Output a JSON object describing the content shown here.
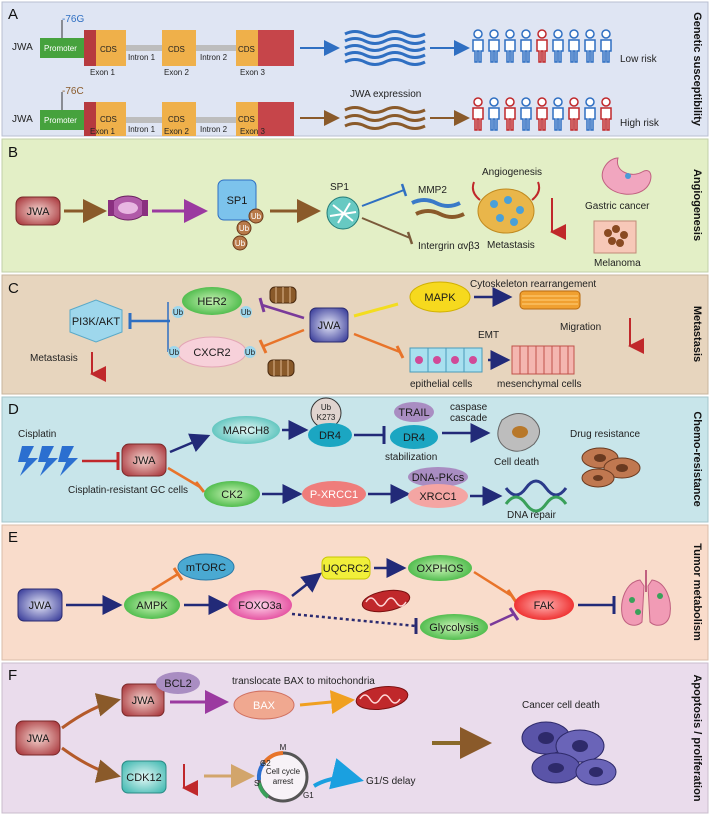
{
  "panels": [
    {
      "letter": "A",
      "side": "Genetic susceptibility",
      "bg": "#dfe5f3"
    },
    {
      "letter": "B",
      "side": "Angiogenesis",
      "bg": "#e3efc6"
    },
    {
      "letter": "C",
      "side": "Metastasis",
      "bg": "#e7d5be"
    },
    {
      "letter": "D",
      "side": "Chemo-resistance",
      "bg": "#c8e5ea"
    },
    {
      "letter": "E",
      "side": "Tumor metabolism",
      "bg": "#f9dccb"
    },
    {
      "letter": "F",
      "side": "Apoptosis / proliferation",
      "bg": "#eadcec"
    }
  ],
  "panelA": {
    "gene": "JWA",
    "snp_top": "-76G",
    "snp_bottom": "-76C",
    "promoter": "Promoter",
    "cds": "CDS",
    "exon1": "Exon 1",
    "exon2": "Exon 2",
    "exon3": "Exon 3",
    "intron1": "Intron 1",
    "intron2": "Intron 2",
    "expression": "JWA expression",
    "low_risk": "Low risk",
    "high_risk": "High risk"
  },
  "panelB": {
    "jwa": "JWA",
    "sp1": "SP1",
    "ub": "Ub",
    "sp1_degraded": "SP1",
    "mmp2": "MMP2",
    "integrin": "Intergrin αvβ3",
    "angiogenesis": "Angiogenesis",
    "metastasis": "Metastasis",
    "gastric": "Gastric cancer",
    "melanoma": "Melanoma"
  },
  "panelC": {
    "pi3k": "PI3K/AKT",
    "her2": "HER2",
    "cxcr2": "CXCR2",
    "ub": "Ub",
    "jwa": "JWA",
    "mapk": "MAPK",
    "metastasis": "Metastasis",
    "cytoskeleton": "Cytoskeleton rearrangement",
    "emt": "EMT",
    "migration": "Migration",
    "epithelial": "epithelial cells",
    "mesenchymal": "mesenchymal cells"
  },
  "panelD": {
    "cisplatin": "Cisplatin",
    "jwa": "JWA",
    "march8": "MARCH8",
    "ub": "Ub",
    "k273": "K273",
    "dr4": "DR4",
    "trail": "TRAIL",
    "dr4b": "DR4",
    "stabilization": "stabilization",
    "caspase1": "caspase",
    "caspase2": "cascade",
    "cell_death": "Cell death",
    "drug_resistance": "Drug resistance",
    "resistant": "Cisplatin-resistant GC cells",
    "ck2": "CK2",
    "pxrcc1": "P-XRCC1",
    "dnapk": "DNA-PKcs",
    "xrcc1": "XRCC1",
    "dna_repair": "DNA repair"
  },
  "panelE": {
    "jwa": "JWA",
    "ampk": "AMPK",
    "mtorc": "mTORC",
    "foxo3a": "FOXO3a",
    "uqcrc2": "UQCRC2",
    "oxphos": "OXPHOS",
    "glycolysis": "Glycolysis",
    "fak": "FAK"
  },
  "panelF": {
    "jwa": "JWA",
    "jwa2": "JWA",
    "bcl2": "BCL2",
    "translocate": "translocate BAX to mitochondria",
    "bax": "BAX",
    "cdk12": "CDK12",
    "arrest1": "Cell cycle",
    "arrest2": "arrest",
    "m": "M",
    "g2": "G2",
    "s": "S",
    "g1": "G1",
    "g1s": "G1/S delay",
    "cancer_death": "Cancer cell death"
  }
}
